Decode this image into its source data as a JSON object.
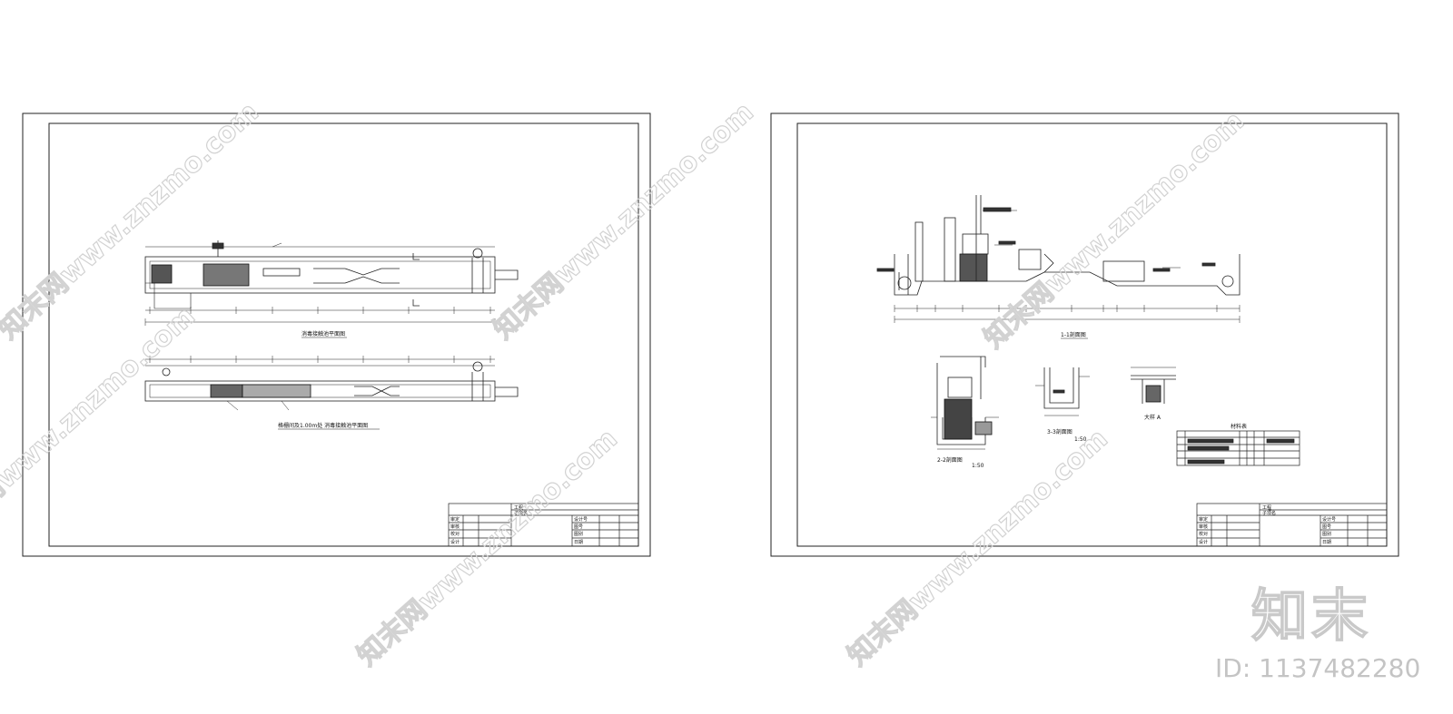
{
  "sheet_left": {
    "view1_caption": "消毒接触池平面图",
    "view2_caption": "格栅间及1.00m处 消毒接触池平面图",
    "title_block": {
      "rows_left": [
        "审定",
        "审核",
        "校对",
        "设计"
      ],
      "rows_right": [
        "设计号",
        "图号",
        "图别",
        "日期"
      ],
      "project_label": "工程",
      "subitem_label": "子项名"
    }
  },
  "sheet_right": {
    "section11_caption": "1-1剖面图",
    "section22_caption": "2-2剖面图",
    "section22_scale": "1:50",
    "section33_caption": "3-3剖面图",
    "section33_scale": "1:50",
    "detail_a_caption": "大样 A",
    "material_table_title": "材料表",
    "title_block": {
      "rows_left": [
        "审定",
        "审核",
        "校对",
        "设计"
      ],
      "rows_right": [
        "设计号",
        "图号",
        "图别",
        "日期"
      ],
      "project_label": "工程",
      "subitem_label": "子项名"
    }
  },
  "watermarks": {
    "text": "知末网www.znzmo.com",
    "logo": "知末",
    "id_text": "ID: 1137482280"
  }
}
